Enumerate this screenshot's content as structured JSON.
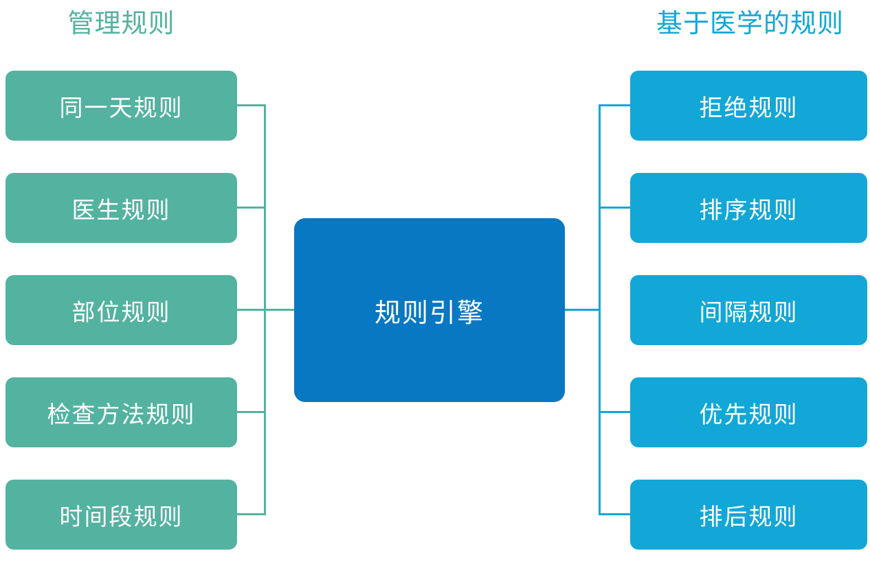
{
  "colors": {
    "background": "#ffffff",
    "teal": "#54b2a0",
    "cyan": "#12a7d6",
    "blue": "#0878c2",
    "node-text": "#ffffff"
  },
  "diagram": {
    "left_group": {
      "title": "管理规则",
      "items": [
        {
          "label": "同一天规则"
        },
        {
          "label": "医生规则"
        },
        {
          "label": "部位规则"
        },
        {
          "label": "检查方法规则"
        },
        {
          "label": "时间段规则"
        }
      ]
    },
    "center": {
      "label": "规则引擎"
    },
    "right_group": {
      "title": "基于医学的规则",
      "items": [
        {
          "label": "拒绝规则"
        },
        {
          "label": "排序规则"
        },
        {
          "label": "间隔规则"
        },
        {
          "label": "优先规则"
        },
        {
          "label": "排后规则"
        }
      ]
    }
  }
}
